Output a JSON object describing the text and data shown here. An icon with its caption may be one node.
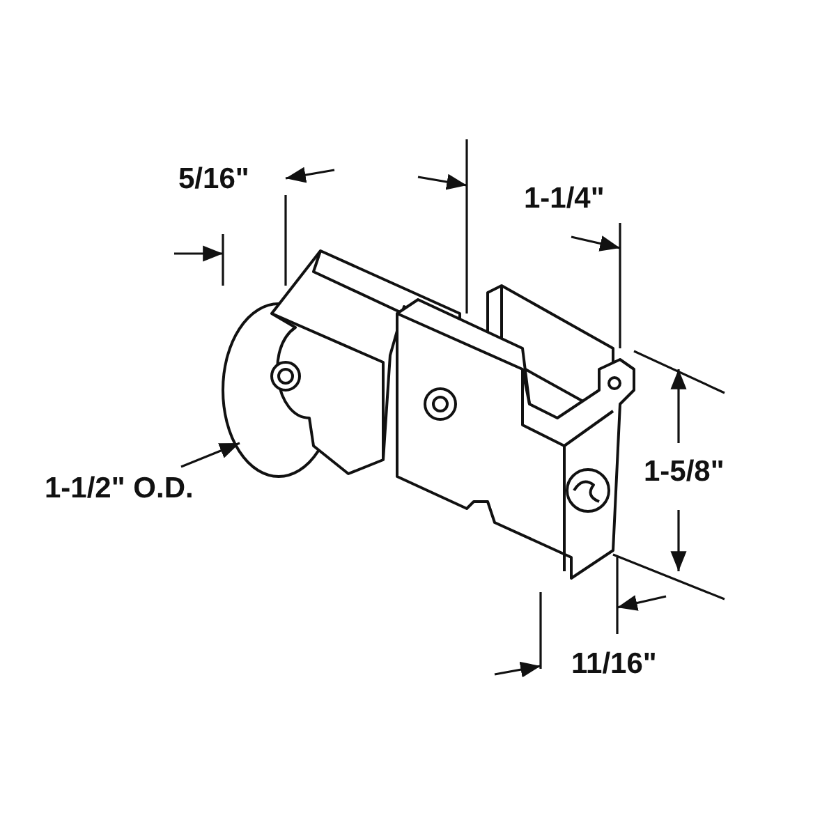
{
  "diagram": {
    "labels": [
      "5/16\"",
      "1-1/4\"",
      "1-5/8\"",
      "1-1/2\" O.D.",
      "11/16\""
    ]
  }
}
